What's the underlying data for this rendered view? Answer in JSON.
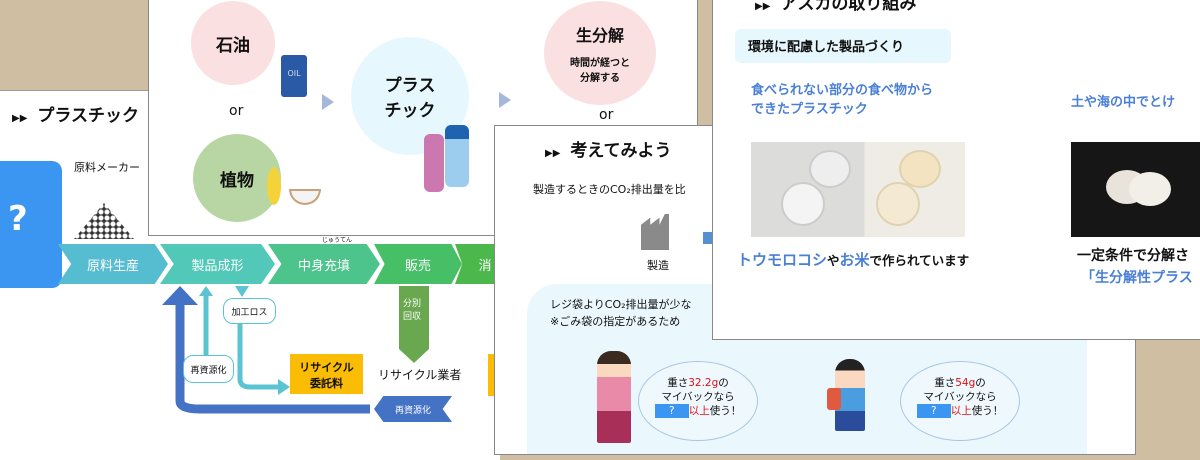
{
  "slide_flow": {
    "title": "プラスチック",
    "maker": "原料メーカー",
    "question": "?",
    "steps": [
      "原料生産",
      "製品成形",
      "中身充填",
      "販売",
      "消"
    ],
    "ruby": "じゅうてん",
    "loss": "加工ロス",
    "recycle_small": "再資源化",
    "sorted": "分別\n回収",
    "fee": "リサイクル\n委託料",
    "recycler": "リサイクル業者",
    "recycle_arrow": "再資源化"
  },
  "slide_origin": {
    "oil": "石油",
    "or1": "or",
    "plant": "植物",
    "plastic": "プラス\nチック",
    "bio": "生分解",
    "bio_sub": "時間が経つと\n分解する",
    "or2": "or"
  },
  "slide_think": {
    "title": "考えてみよう",
    "compare": "製造するときのCO₂排出量を比",
    "factory": "製造",
    "note1": "レジ袋よりCO₂排出量が少な",
    "note2": "※ごみ袋の指定があるため",
    "bubble1": {
      "pre": "重さ",
      "weight": "32.2g",
      "post": "の",
      "line2": "マイバックなら",
      "q": "?",
      "tail1": "以上",
      "tail2": "使う！"
    },
    "bubble2": {
      "pre": "重さ",
      "weight": "54g",
      "post": "の",
      "line2": "マイバックなら",
      "q": "?",
      "tail1": "以上",
      "tail2": "使う！"
    }
  },
  "slide_asuka": {
    "title": "アスカの取り組み",
    "tag": "環境に配慮した製品づくり",
    "left_head": "食べられない部分の食べ物から\nできたプラスチック",
    "left_cap_a": "トウモロコシ",
    "left_cap_b": "や",
    "left_cap_c": "お米",
    "left_cap_d": "で作られています",
    "right_head": "土や海の中でとけ",
    "right_cap1": "一定条件で分解さ",
    "right_cap2": "「生分解性プラス"
  },
  "colors": {
    "accent": "#4a7fd6",
    "bg": "#cfbea2"
  }
}
